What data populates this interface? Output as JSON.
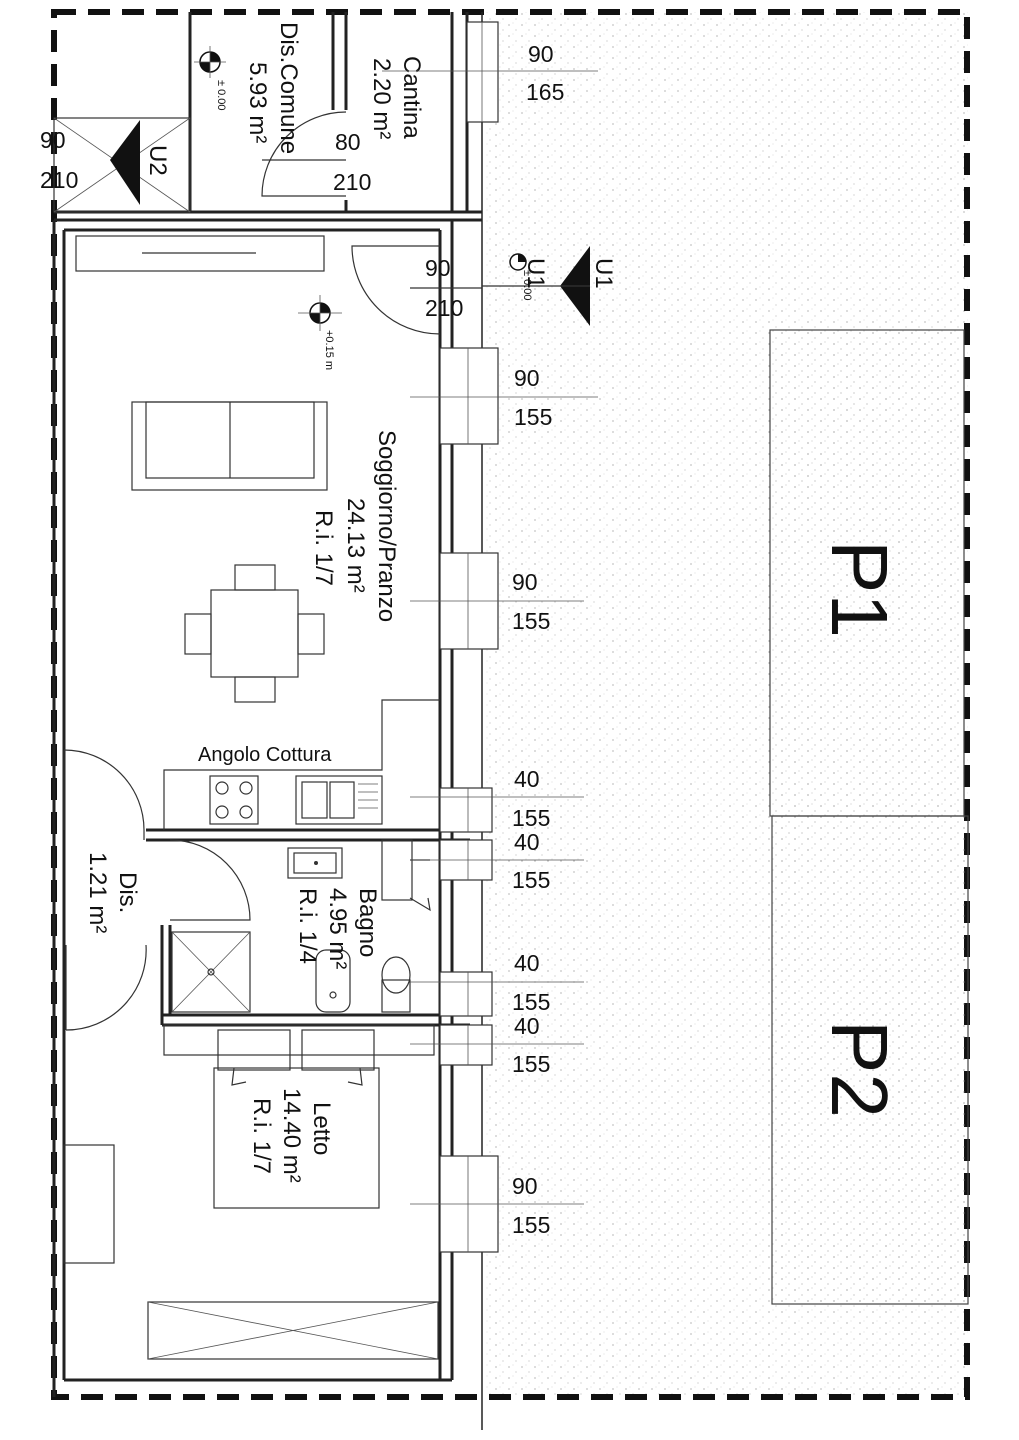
{
  "rooms": {
    "cantina": {
      "name": "Cantina",
      "area": "2.20 m²"
    },
    "dis_comune": {
      "name": "Dis.Comune",
      "area": "5.93 m²"
    },
    "soggiorno": {
      "name": "Soggiorno/Pranzo",
      "area": "24.13 m²",
      "ri": "R.i. 1/7"
    },
    "angolo_cottura": {
      "name": "Angolo Cottura"
    },
    "dis": {
      "name": "Dis.",
      "area": "1.21 m²"
    },
    "bagno": {
      "name": "Bagno",
      "area": "4.95 m²",
      "ri": "R.i. 1/4"
    },
    "letto": {
      "name": "Letto",
      "area": "14.40 m²",
      "ri": "R.i. 1/7"
    }
  },
  "entrances": {
    "u1": "U1",
    "u2": "U2"
  },
  "parking": {
    "p1": "P1",
    "p2": "P2"
  },
  "levels": {
    "dis_comune": "± 0.00",
    "soggiorno": "+0.15 m",
    "u1": "± 0.00"
  },
  "openings": {
    "u2_door": {
      "w": "90",
      "h": "210"
    },
    "dis_comune_door": {
      "w": "80",
      "h": "210"
    },
    "cantina_window": {
      "w": "90",
      "h": "165"
    },
    "entrance_door": {
      "w": "90",
      "h": "210"
    },
    "win1": {
      "w": "90",
      "h": "155"
    },
    "win2": {
      "w": "90",
      "h": "155"
    },
    "win3": {
      "w": "40",
      "h": "155"
    },
    "win4": {
      "w": "40",
      "h": "155"
    },
    "win5": {
      "w": "40",
      "h": "155"
    },
    "win6": {
      "w": "40",
      "h": "155"
    },
    "win7": {
      "w": "90",
      "h": "155"
    }
  }
}
